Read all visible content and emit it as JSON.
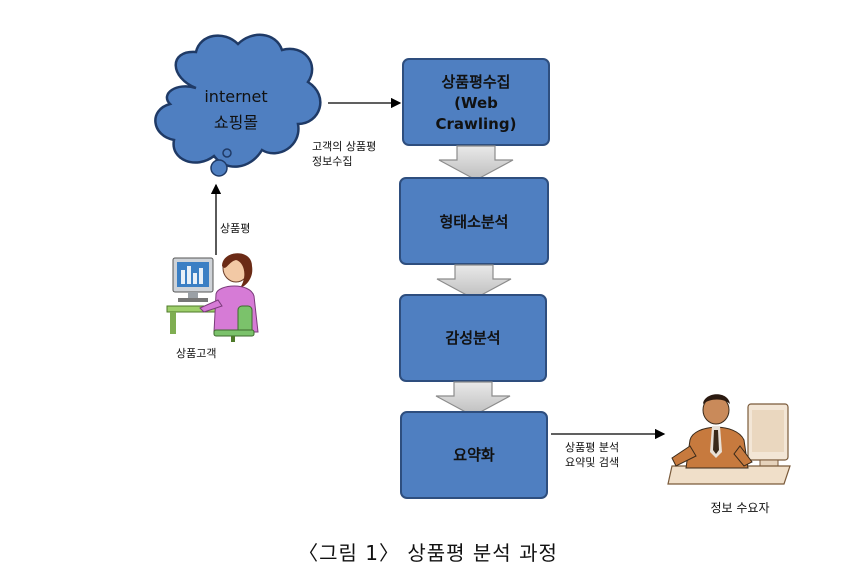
{
  "cloud": {
    "line1": "internet",
    "line2": "쇼핑몰"
  },
  "steps": [
    {
      "lines": [
        "상품평수집",
        "(Web",
        "Crawling)"
      ]
    },
    {
      "lines": [
        "형태소분석"
      ]
    },
    {
      "lines": [
        "감성분석"
      ]
    },
    {
      "lines": [
        "요약화"
      ]
    }
  ],
  "edges": {
    "cloud_to_collect": {
      "lines": [
        "고객의 상품평",
        "정보수집"
      ]
    },
    "customer_to_cloud": {
      "lines": [
        "상품평"
      ]
    },
    "summary_to_consumer": {
      "lines": [
        "상품평 분석",
        "요약및 검색"
      ]
    }
  },
  "actors": {
    "customer": {
      "label": "상품고객"
    },
    "consumer": {
      "label": "정보 수요자"
    }
  },
  "caption": "〈그림 1〉 상품평 분석 과정",
  "colors": {
    "step_fill": "#4F7FC1",
    "step_border": "#2E4E7E",
    "cloud_fill": "#4F7FC1",
    "cloud_border": "#1F3A66",
    "arrow_fill": "#D2D2D2"
  }
}
